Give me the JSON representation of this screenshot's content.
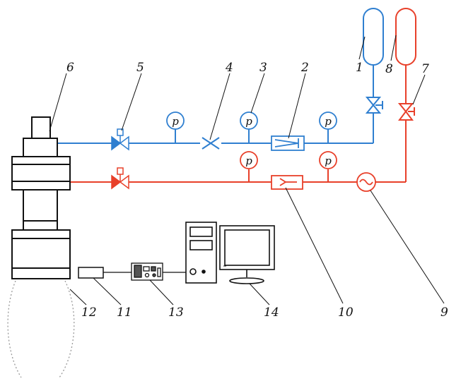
{
  "colors": {
    "oxidizer_line": "#2f7fd0",
    "fuel_line": "#e8402a",
    "outline": "#111111",
    "valve_fill_blue": "#2f7fd0",
    "valve_fill_red": "#e8402a"
  },
  "gauge_symbol": "p",
  "gauges": [
    {
      "id": "gauge-upper-left",
      "text": "p"
    },
    {
      "id": "gauge-upper-mid",
      "text": "p"
    },
    {
      "id": "gauge-upper-right",
      "text": "p"
    },
    {
      "id": "gauge-lower-mid",
      "text": "p"
    },
    {
      "id": "gauge-lower-right",
      "text": "p"
    }
  ],
  "labels": {
    "l1": "1",
    "l2": "2",
    "l3": "3",
    "l4": "4",
    "l5": "5",
    "l6": "6",
    "l7": "7",
    "l8": "8",
    "l9": "9",
    "l10": "10",
    "l11": "11",
    "l12": "12",
    "l13": "13",
    "l14": "14"
  }
}
